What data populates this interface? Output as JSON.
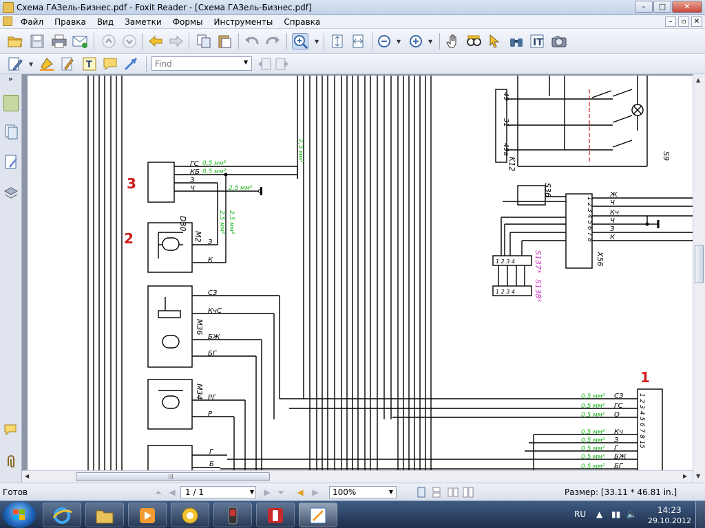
{
  "window": {
    "title": "Схема ГАЗель-Бизнес.pdf - Foxit Reader - [Схема ГАЗель-Бизнес.pdf]",
    "minimize": "–",
    "maximize": "□",
    "close": "✕"
  },
  "menu": {
    "items": [
      "Файл",
      "Правка",
      "Вид",
      "Заметки",
      "Формы",
      "Инструменты",
      "Справка"
    ],
    "mdi": [
      "–",
      "▫",
      "✕"
    ]
  },
  "toolbar2": {
    "find_placeholder": "Find"
  },
  "diagram": {
    "markers": [
      "3",
      "2",
      "1"
    ],
    "components": [
      "D30",
      "M2",
      "M36",
      "M34",
      "S9",
      "K12",
      "S36",
      "X56",
      "S137*",
      "S138*"
    ],
    "wire_size_05": "0,5 мм²",
    "wire_size_25": "2,5 мм²",
    "d30_wires": [
      "ГС",
      "КБ",
      "З",
      "Ч"
    ],
    "m2_wires": [
      "З",
      "К"
    ],
    "m36_wires": [
      "СЗ",
      "КчС",
      "БЖ",
      "БГ"
    ],
    "m34_wires": [
      "РГ",
      "Р"
    ],
    "m_bottom_wires": [
      "Г",
      "Б"
    ],
    "x56_wires": [
      "Ж",
      "Ч",
      "Кч",
      "Ч",
      "З",
      "К"
    ],
    "x56_pins": "1 2 3 4 5 6 7 8",
    "k12_pins": [
      "49",
      "31",
      "49а"
    ],
    "conn1_wires": [
      "СЗ",
      "ГС",
      "О",
      "Кч",
      "З",
      "Г",
      "БЖ",
      "БГ"
    ],
    "conn1_pins": "1 2 3 4 5 6 7 8 15",
    "s137_pins": "1 2 3 4"
  },
  "status": {
    "ready": "Готов",
    "page": "1 / 1",
    "zoom": "100%",
    "size": "Размер: [33.11 * 46.81 in.]"
  },
  "taskbar": {
    "lang": "RU",
    "time": "14:23",
    "date": "29.10.2012"
  },
  "colors": {
    "wire_label_green": "#19b51c",
    "marker_red": "#d01c1c",
    "magenta_label": "#d030c8"
  }
}
